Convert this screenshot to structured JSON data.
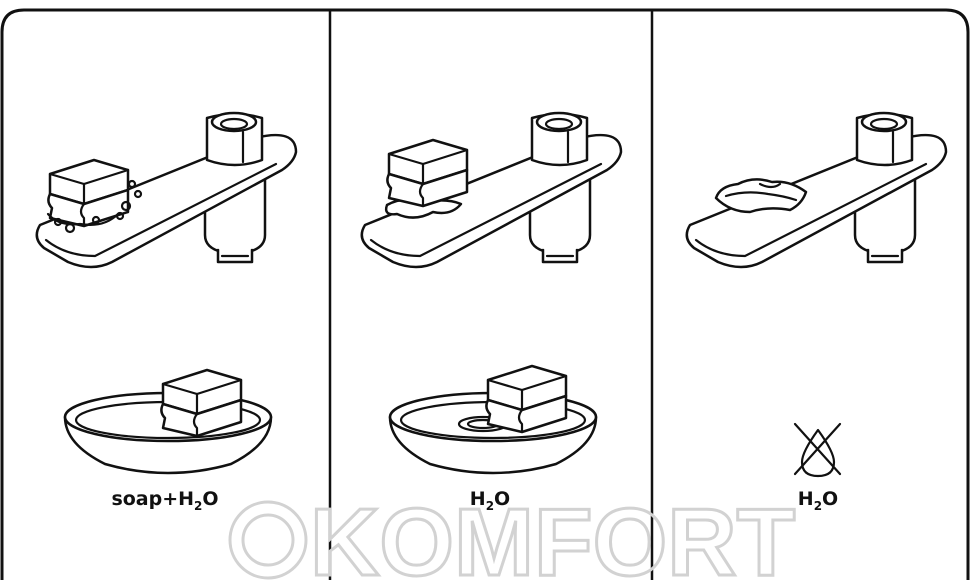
{
  "watermark": "KOMFORT",
  "panels": [
    {
      "label_main": "soap+H",
      "label_sub": "2",
      "label_end": "O"
    },
    {
      "label_main": "H",
      "label_sub": "2",
      "label_end": "O"
    },
    {
      "label_main": "H",
      "label_sub": "2",
      "label_end": "O"
    }
  ],
  "icons": [
    "faucet-icon",
    "sponge-icon",
    "soap-bubbles-icon",
    "water-bowl-icon",
    "cloth-icon",
    "no-water-drop-icon"
  ]
}
